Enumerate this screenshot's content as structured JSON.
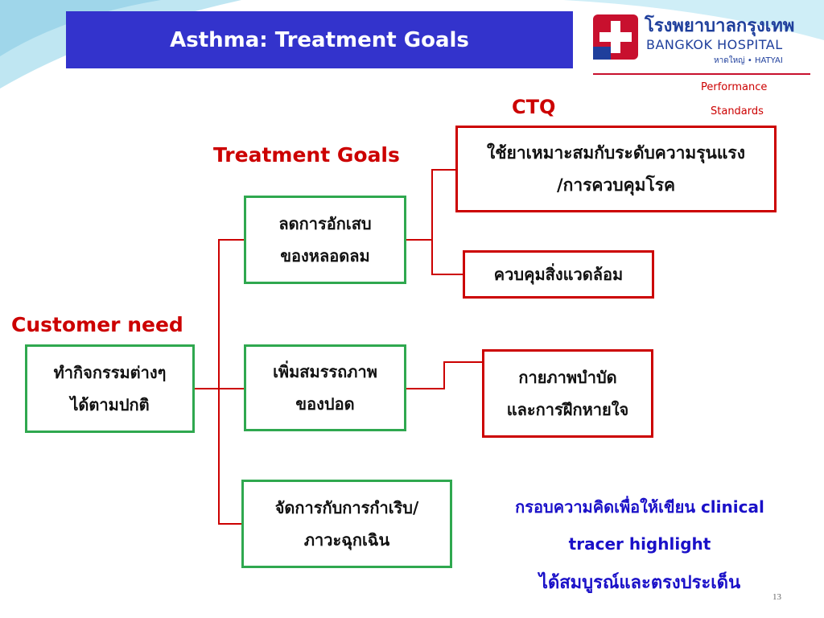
{
  "slide": {
    "title": "Asthma: Treatment Goals",
    "page_number": "13"
  },
  "logo": {
    "name_th": "โรงพยาบาลกรุงเทพ",
    "name_en": "BANGKOK HOSPITAL",
    "branch": "หาดใหญ่ • HATYAI"
  },
  "headings": {
    "performance": "Performance",
    "standards": "Standards",
    "ctq": "CTQ",
    "treatment_goals": "Treatment Goals",
    "customer_need": "Customer need"
  },
  "customer_need_box": {
    "line1": "ทำกิจกรรมต่างๆ",
    "line2": "ได้ตามปกติ"
  },
  "treatment_goals": [
    {
      "line1": "ลดการอักเสบ",
      "line2": "ของหลอดลม"
    },
    {
      "line1": "เพิ่มสมรรถภาพ",
      "line2": "ของปอด"
    },
    {
      "line1": "จัดการกับการกำเริบ/",
      "line2": "ภาวะฉุกเฉิน"
    }
  ],
  "ctq_items": [
    {
      "line1": "ใช้ยาเหมาะสมกับระดับความรุนแรง",
      "line2": "/การควบคุมโรค"
    },
    {
      "line1": "ควบคุมสิ่งแวดล้อม"
    },
    {
      "line1": "กายภาพบำบัด",
      "line2": "และการฝึกหายใจ"
    }
  ],
  "caption": {
    "line1": "กรอบความคิดเพื่อให้เขียน clinical",
    "line2": "tracer highlight",
    "line3": "ได้สมบูรณ์และตรงประเด็น"
  },
  "colors": {
    "title_bar": "#3333cc",
    "heading_red": "#cc0000",
    "goal_border": "#2fa84f",
    "ctq_border": "#cc0000",
    "caption_blue": "#1a10c8"
  }
}
